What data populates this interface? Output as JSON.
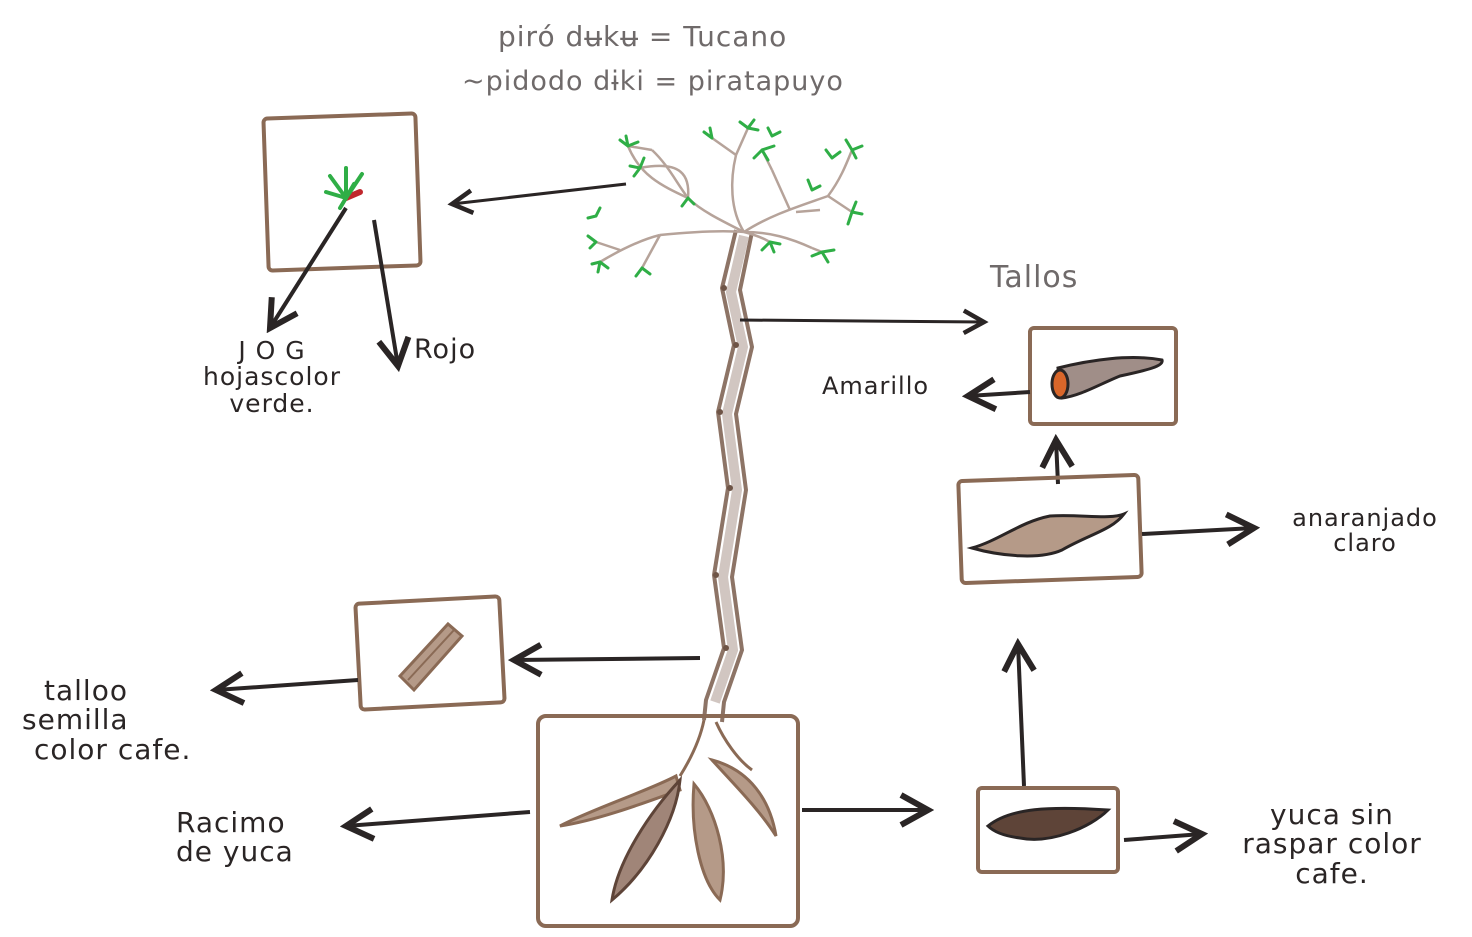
{
  "header": {
    "line1": "piró dʉkʉ = Tucano",
    "line2": "~pidodo dɨki = piratapuyo"
  },
  "labels": {
    "tallos": "Tallos",
    "leaf_label_line1": "J O G",
    "leaf_label_line2": "hojascolor",
    "leaf_label_line3": "verde.",
    "rojo": "Rojo",
    "amarillo": "Amarillo",
    "anaranjado_line1": "anaranjado",
    "anaranjado_line2": "claro",
    "tallo_line1": "talloo",
    "tallo_line2": "semilla",
    "tallo_line3": "color cafe.",
    "racimo_line1": "Racimo",
    "racimo_line2": "de yuca",
    "yuca_line1": "yuca sin",
    "yuca_line2": "raspar color",
    "yuca_line3": "cafe."
  },
  "colors": {
    "frame": "#8a6a55",
    "stem": "#9a8478",
    "stem_dark": "#6e5446",
    "leaf_green": "#2fae46",
    "arrow": "#2a2525",
    "root_fill": "#b59a88",
    "root_dark": "#5e4438",
    "orange": "#d9662a",
    "red": "#c0272d"
  },
  "icons": [
    "cassava-plant-icon",
    "leaf-sprout-icon",
    "stem-cutting-icon",
    "stem-section-icon",
    "peeled-root-icon",
    "cassava-roots-icon",
    "unpeeled-root-icon"
  ]
}
